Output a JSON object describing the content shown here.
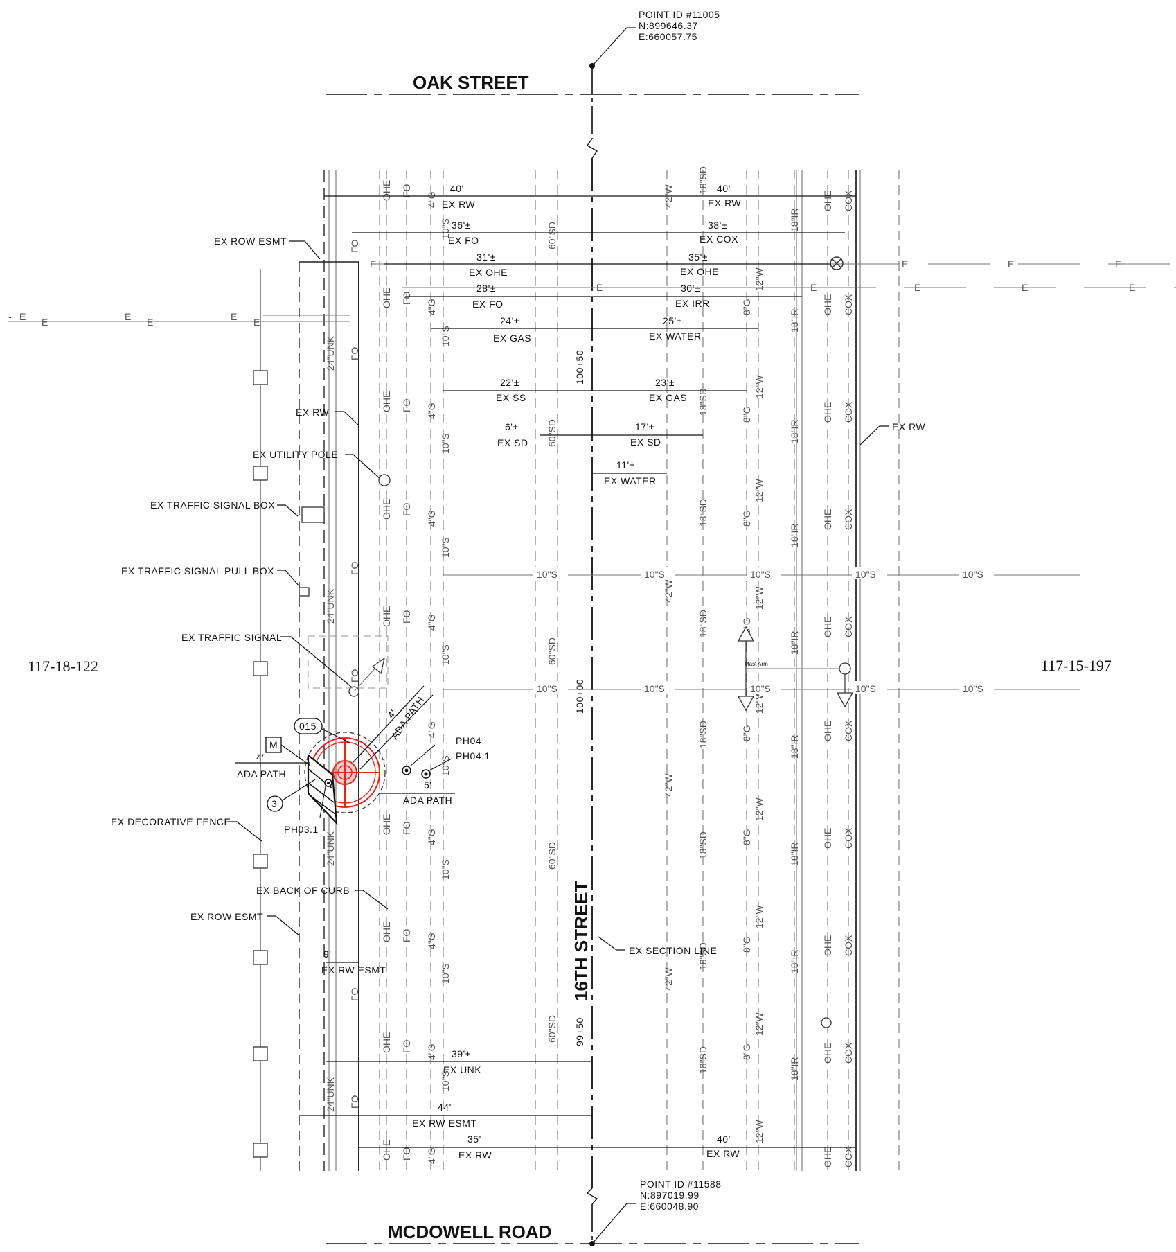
{
  "points": {
    "top": {
      "id": "POINT ID #11005",
      "north": "N:899646.37",
      "east": "E:660057.75"
    },
    "bottom": {
      "id": "POINT ID #11588",
      "north": "N:897019.99",
      "east": "E:660048.90"
    }
  },
  "streets": {
    "north": "OAK STREET",
    "south": "MCDOWELL ROAD",
    "main": "16TH STREET"
  },
  "parcels": {
    "west": "117-18-122",
    "east": "117-15-197"
  },
  "stations": {
    "s1": "100+50",
    "s2": "100+00",
    "s3": "99+50"
  },
  "dimensions_top": [
    {
      "value": "40'",
      "label": "EX RW",
      "side": "west"
    },
    {
      "value": "40'",
      "label": "EX RW",
      "side": "east"
    },
    {
      "value": "36'±",
      "label": "EX FO",
      "side": "west"
    },
    {
      "value": "38'±",
      "label": "EX COX",
      "side": "east"
    },
    {
      "value": "31'±",
      "label": "EX OHE",
      "side": "west"
    },
    {
      "value": "35'±",
      "label": "EX OHE",
      "side": "east"
    },
    {
      "value": "28'±",
      "label": "EX FO",
      "side": "west"
    },
    {
      "value": "30'±",
      "label": "EX IRR",
      "side": "east"
    },
    {
      "value": "24'±",
      "label": "EX GAS",
      "side": "west"
    },
    {
      "value": "25'±",
      "label": "EX WATER",
      "side": "east"
    },
    {
      "value": "22'±",
      "label": "EX SS",
      "side": "west"
    },
    {
      "value": "23'±",
      "label": "EX GAS",
      "side": "east"
    },
    {
      "value": "6'±",
      "label": "EX SD",
      "side": "west"
    },
    {
      "value": "17'±",
      "label": "EX SD",
      "side": "east"
    },
    {
      "value": "11'±",
      "label": "EX WATER",
      "side": "east"
    }
  ],
  "dimensions_bottom": [
    {
      "value": "9'",
      "label": "EX RW ESMT"
    },
    {
      "value": "39'±",
      "label": "EX UNK"
    },
    {
      "value": "44'",
      "label": "EX RW ESMT"
    },
    {
      "value": "35'",
      "label": "EX RW"
    },
    {
      "value": "40'",
      "label": "EX RW"
    }
  ],
  "callouts": {
    "row_esmt_top": "EX ROW ESMT",
    "ex_rw_left": "EX RW",
    "utility_pole": "EX UTILITY POLE",
    "signal_box": "EX TRAFFIC SIGNAL BOX",
    "pull_box": "EX TRAFFIC SIGNAL PULL BOX",
    "traffic_signal": "EX TRAFFIC SIGNAL",
    "decorative_fence": "EX DECORATIVE FENCE",
    "back_of_curb": "EX BACK OF CURB",
    "row_esmt_bottom": "EX ROW ESMT",
    "section_line": "EX SECTION LINE",
    "ex_rw_right": "EX RW",
    "mast_arm": "Mast Arm"
  },
  "markers": {
    "tag_015": "015",
    "tag_m": "M",
    "tag_3": "3",
    "ph04": "PH04",
    "ph041": "PH04.1",
    "ph031": "PH03.1",
    "ada_path_diag": "ADA PATH",
    "ada_path_left": "ADA PATH",
    "ada_path_right": "ADA PATH",
    "dim_4_left": "4'",
    "dim_4_diag": "4'",
    "dim_5": "5'"
  },
  "utility_labels": {
    "ohe": "OHE",
    "fo": "FO",
    "gas4": "4\"G",
    "sewer10": "10\"S",
    "sd60": "60\"SD",
    "w42": "42\"W",
    "sd18": "18\"SD",
    "gas8": "8\"G",
    "w12": "12\"W",
    "ir18": "18\"IR",
    "cox": "COX",
    "unk24": "24\"UNK",
    "elec": "E",
    "sewer_cross": "10\"S"
  },
  "colors": {
    "ink": "#111111",
    "ghost": "#777777",
    "accent": "#e8231f"
  }
}
